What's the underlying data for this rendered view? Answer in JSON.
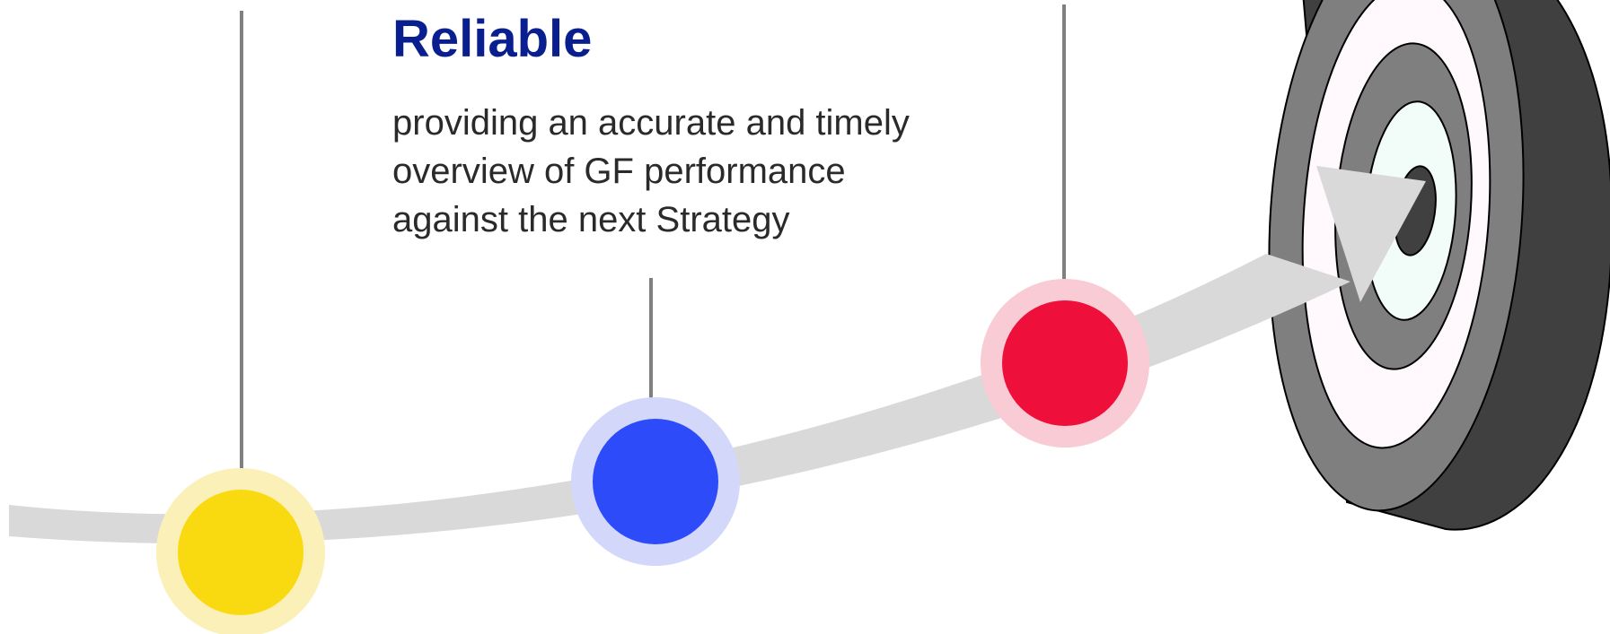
{
  "milestone": {
    "title": "Reliable",
    "description_lines": [
      "providing an accurate and timely",
      "overview of GF performance",
      "against the next Strategy"
    ]
  },
  "nodes": [
    {
      "name": "yellow",
      "color": "#f9d90f",
      "halo": "#faf0b8"
    },
    {
      "name": "blue",
      "color": "#2e4bfa",
      "halo": "#d3d8fb"
    },
    {
      "name": "red",
      "color": "#ee0f3b",
      "halo": "#f9cbd4"
    }
  ],
  "colors": {
    "path": "#d9d9d9",
    "connector": "#808080",
    "target_outer": "#404040",
    "target_ring": "#7f7f7f",
    "target_light": "#fff8fc",
    "target_inner": "#f2fcf9",
    "title": "#0a1f8f",
    "text": "#2a2a2a"
  },
  "icons": {
    "target": "bullseye-target-icon",
    "arrow": "curved-arrow-path"
  }
}
